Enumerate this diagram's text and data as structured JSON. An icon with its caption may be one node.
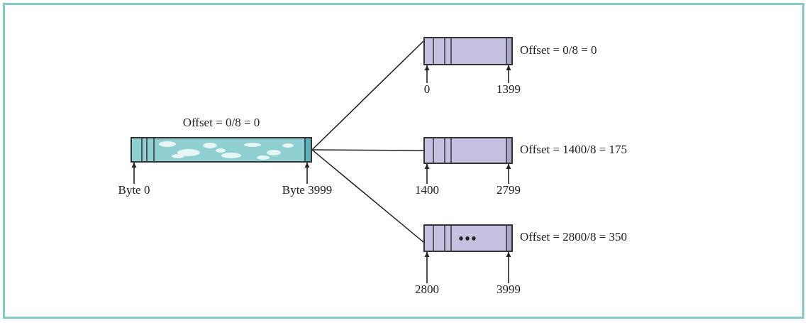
{
  "diagram": {
    "nodes": [
      {
        "text": [],
        "shape": "bar",
        "beside": [
          "Offset = 0/8 = 0"
        ]
      },
      {
        "text": [],
        "shape": "bar",
        "beside": [
          "Offset = 0/8 = 0"
        ]
      },
      {
        "text": [],
        "shape": "bar",
        "beside": [
          "Offset = 1400/8 = 175"
        ]
      },
      {
        "text": [
          "•••"
        ],
        "beside": [
          "Offset = 2800/8 = 350"
        ]
      },
      {
        "text": [
          "Byte 0"
        ]
      },
      {
        "text": [
          "Byte 3999"
        ]
      },
      {
        "text": [
          "0"
        ]
      },
      {
        "text": [
          "1399"
        ]
      },
      {
        "text": [
          "1400"
        ]
      },
      {
        "text": [
          "2799"
        ]
      },
      {
        "text": [
          "2800"
        ]
      },
      {
        "text": [
          "3999"
        ]
      }
    ],
    "edges": [
      {
        "from": 0,
        "to": 1,
        "arrow": "none"
      },
      {
        "from": 0,
        "to": 2,
        "arrow": "none"
      },
      {
        "from": 0,
        "to": 3,
        "arrow": "none"
      },
      {
        "from": 4,
        "to": 0,
        "arrow": "to"
      },
      {
        "from": 5,
        "to": 0,
        "arrow": "to"
      },
      {
        "from": 6,
        "to": 1,
        "arrow": "to"
      },
      {
        "from": 7,
        "to": 1,
        "arrow": "to"
      },
      {
        "from": 8,
        "to": 2,
        "arrow": "to"
      },
      {
        "from": 9,
        "to": 2,
        "arrow": "to"
      },
      {
        "from": 10,
        "to": 3,
        "arrow": "to"
      },
      {
        "from": 11,
        "to": 3,
        "arrow": "to"
      }
    ]
  }
}
